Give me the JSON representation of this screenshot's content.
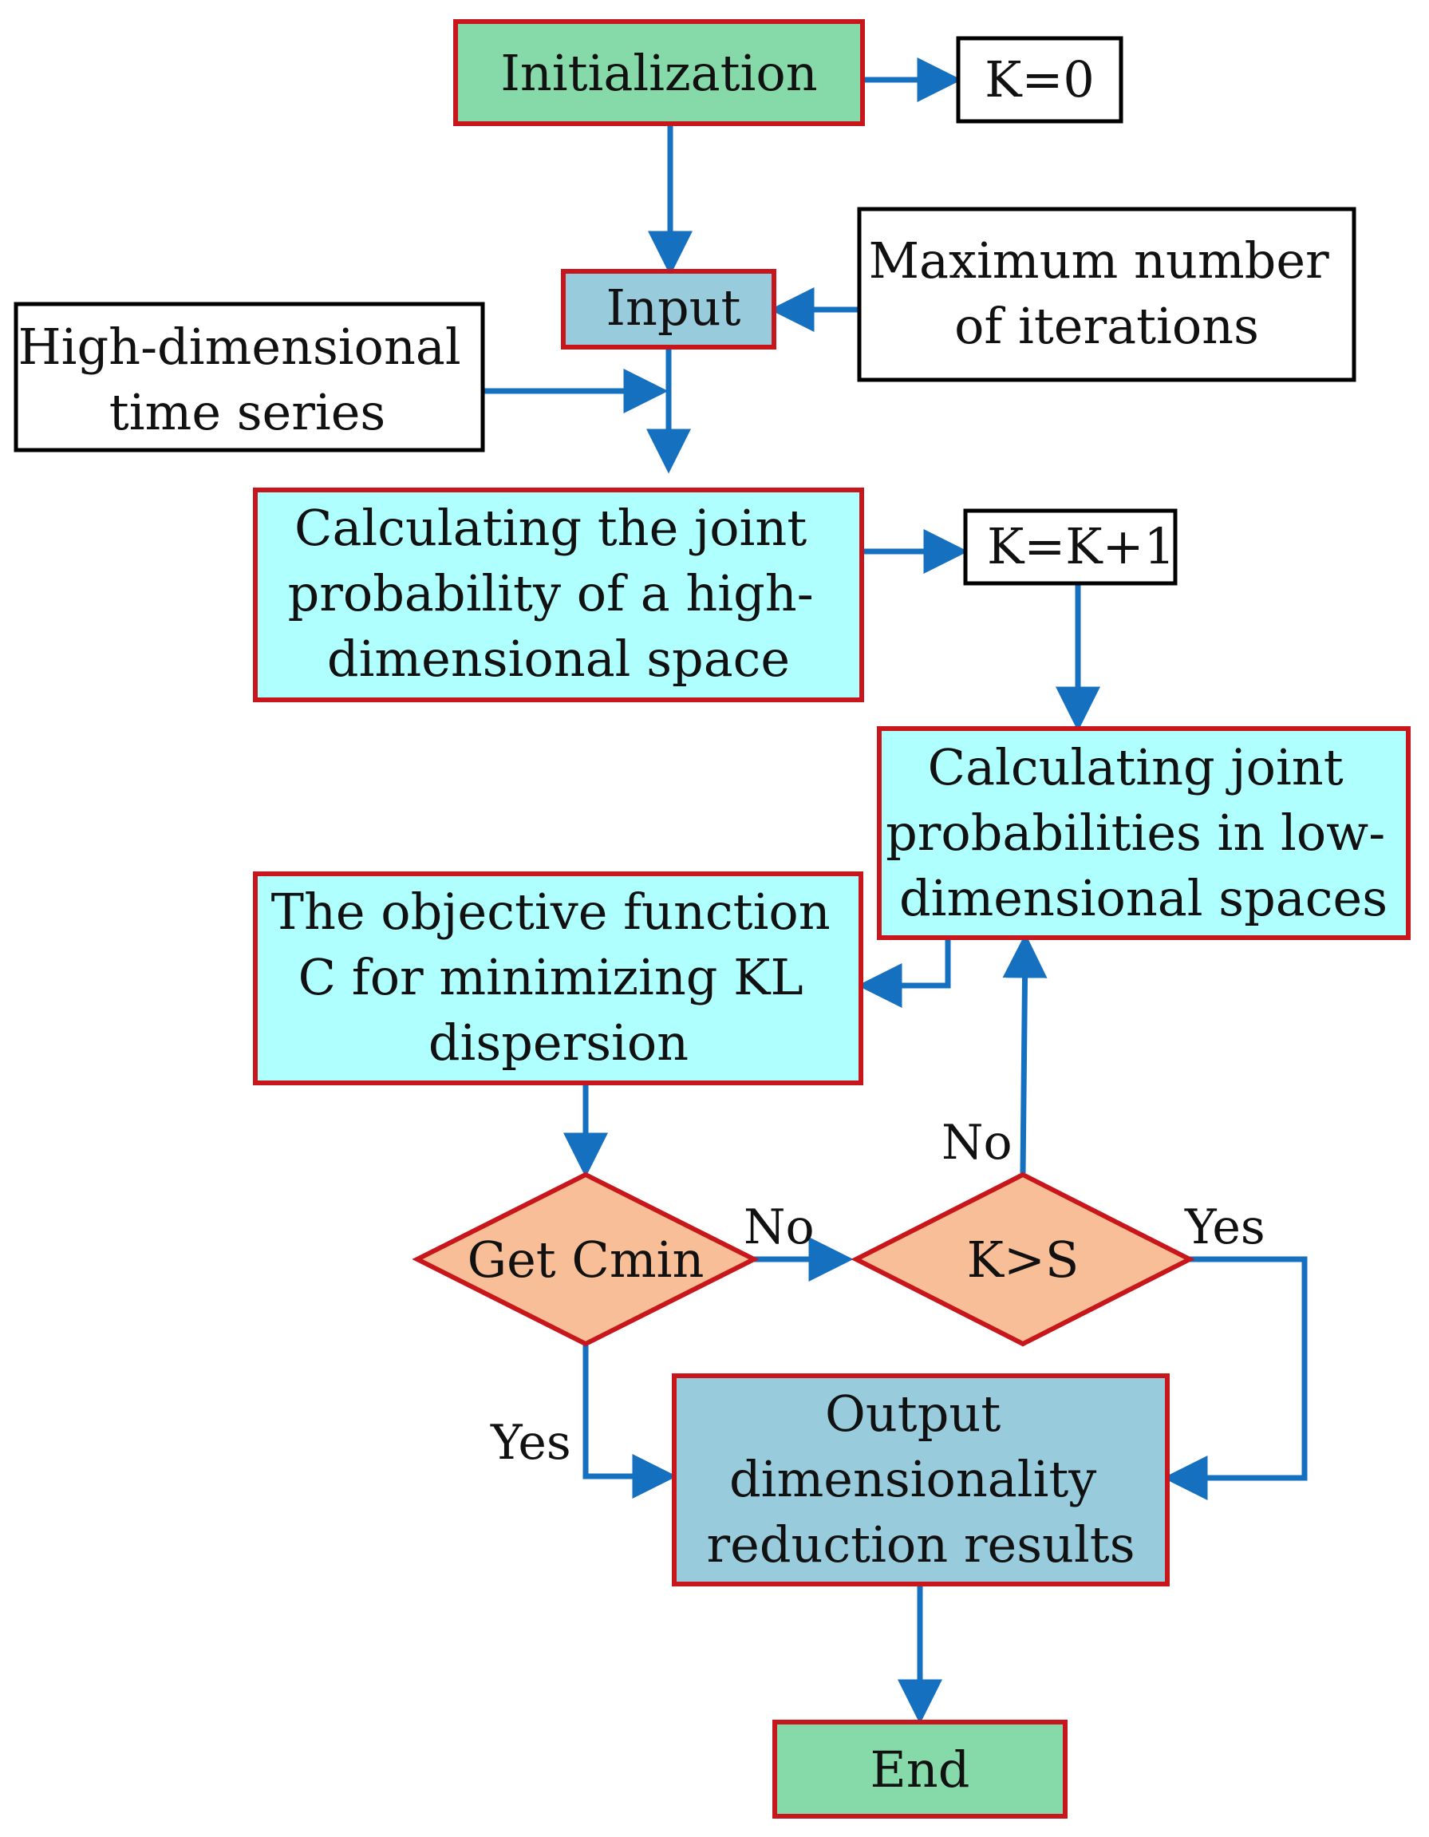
{
  "colors": {
    "green_fill": "#86D9A8",
    "cyan_fill": "#AFFFFF",
    "blue_fill": "#98CCDD",
    "orange_fill": "#F8BE97",
    "red_border": "#C8161D",
    "arrow_blue": "#1670C0",
    "black_border": "#000000"
  },
  "nodes": {
    "initialization": {
      "lines": [
        "Initialization"
      ]
    },
    "k_zero": {
      "lines": [
        "K=0"
      ]
    },
    "input": {
      "lines": [
        "Input"
      ]
    },
    "max_iterations": {
      "lines": [
        "Maximum number",
        "of iterations"
      ]
    },
    "high_dim_series": {
      "lines": [
        "High-dimensional",
        "time series"
      ]
    },
    "calc_high_joint": {
      "lines": [
        "Calculating the joint",
        "probability of a high-",
        "dimensional space"
      ]
    },
    "k_increment": {
      "lines": [
        "K=K+1"
      ]
    },
    "calc_low_joint": {
      "lines": [
        "Calculating joint",
        "probabilities in low-",
        "dimensional spaces"
      ]
    },
    "objective_function": {
      "lines": [
        "The objective function",
        "C for minimizing KL",
        "dispersion"
      ]
    },
    "get_cmin": {
      "lines": [
        "Get Cmin"
      ]
    },
    "k_gt_s": {
      "lines": [
        "K>S"
      ]
    },
    "output_results": {
      "lines": [
        "Output",
        "dimensionality",
        "reduction results"
      ]
    },
    "end": {
      "lines": [
        "End"
      ]
    }
  },
  "edge_labels": {
    "cmin_no": "No",
    "cmin_yes": "Yes",
    "kgts_no": "No",
    "kgts_yes": "Yes"
  }
}
